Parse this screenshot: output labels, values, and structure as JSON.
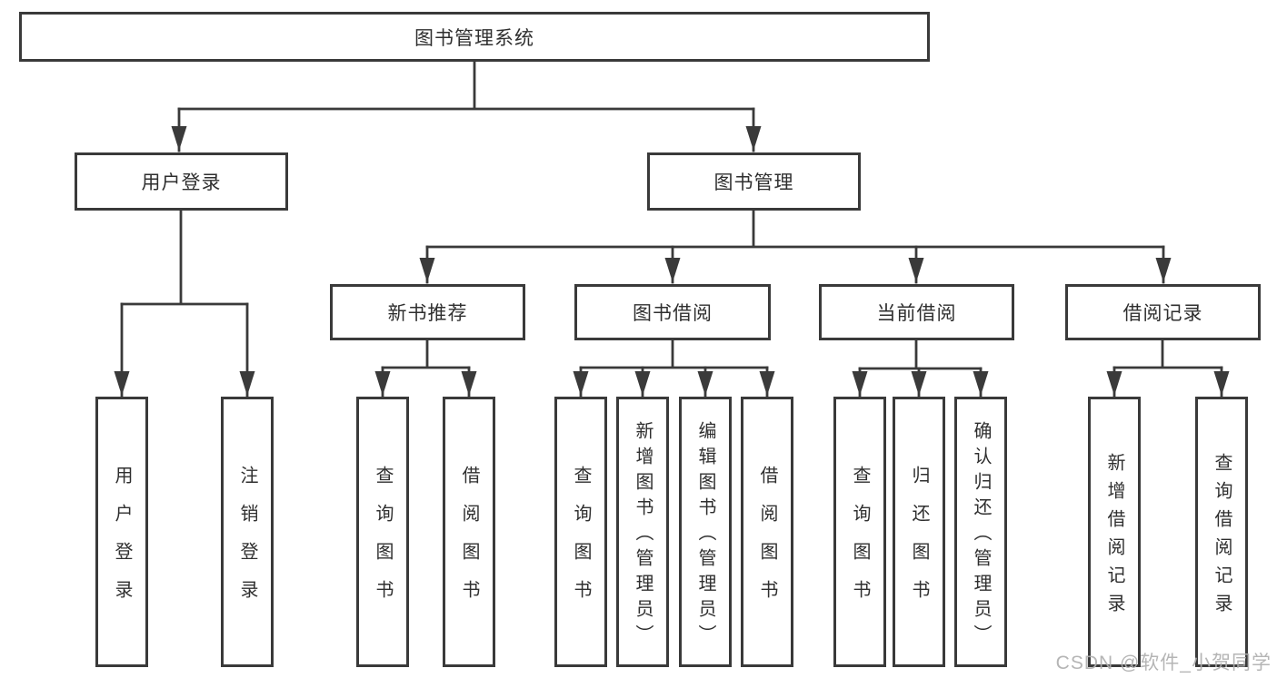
{
  "diagram": {
    "root": {
      "label": "图书管理系统"
    },
    "branches": [
      {
        "label": "用户登录",
        "children": [
          {
            "label": "用户登录"
          },
          {
            "label": "注销登录"
          }
        ]
      },
      {
        "label": "图书管理",
        "children": [
          {
            "label": "新书推荐",
            "children": [
              {
                "label": "查询图书"
              },
              {
                "label": "借阅图书"
              }
            ]
          },
          {
            "label": "图书借阅",
            "children": [
              {
                "label": "查询图书"
              },
              {
                "label": "新增图书（管理员）"
              },
              {
                "label": "编辑图书（管理员）"
              },
              {
                "label": "借阅图书"
              }
            ]
          },
          {
            "label": "当前借阅",
            "children": [
              {
                "label": "查询图书"
              },
              {
                "label": "归还图书"
              },
              {
                "label": "确认归还（管理员）"
              }
            ]
          },
          {
            "label": "借阅记录",
            "children": [
              {
                "label": "新增借阅记录"
              },
              {
                "label": "查询借阅记录"
              }
            ]
          }
        ]
      }
    ],
    "colors": {
      "line": "#3a3a3a",
      "box_border": "#3a3a3a",
      "box_fill": "#ffffff",
      "text": "#2f2f2f",
      "watermark": "#afafaf"
    }
  },
  "watermark": {
    "text": "CSDN @软件_小贺同学"
  }
}
